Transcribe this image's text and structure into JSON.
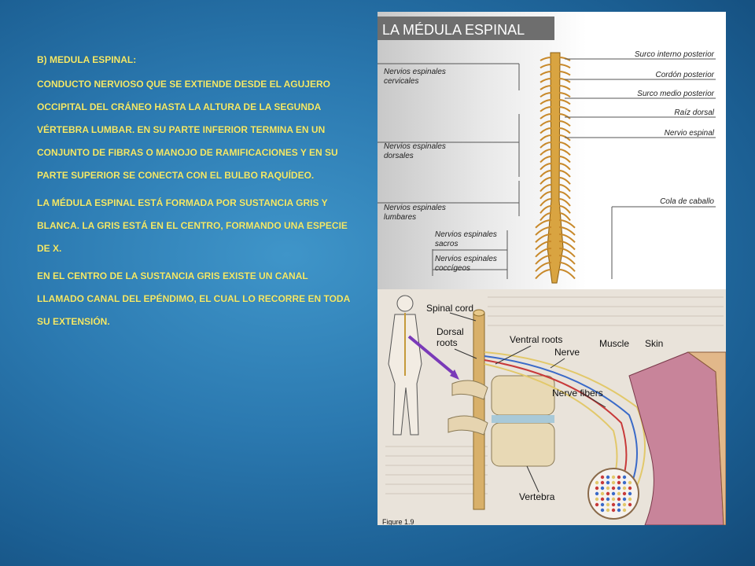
{
  "slide": {
    "heading": "B) MEDULA ESPINAL:",
    "paragraphs": [
      "CONDUCTO NERVIOSO QUE SE EXTIENDE DESDE EL AGUJERO OCCIPITAL DEL CRÁNEO HASTA LA ALTURA DE LA SEGUNDA VÉRTEBRA LUMBAR. EN SU PARTE INFERIOR TERMINA EN UN CONJUNTO DE FIBRAS O MANOJO DE RAMIFICACIONES Y EN SU PARTE SUPERIOR SE CONECTA CON EL BULBO RAQUÍDEO.",
      "LA MÉDULA ESPINAL ESTÁ FORMADA POR SUSTANCIA GRIS Y BLANCA. LA GRIS ESTÁ EN EL CENTRO, FORMANDO UNA ESPECIE DE X.",
      "EN EL CENTRO DE LA SUSTANCIA GRIS EXISTE UN CANAL LLAMADO CANAL DEL EPÉNDIMO, EL CUAL LO RECORRE EN TODA SU EXTENSIÓN."
    ],
    "text_color": "#f4ea6a"
  },
  "figure_top": {
    "title": "LA MÉDULA ESPINAL",
    "left_labels": [
      [
        "Nervios espinales",
        "cervicales"
      ],
      [
        "Nervios espinales",
        "dorsales"
      ],
      [
        "Nervios espinales",
        "lumbares"
      ],
      [
        "Nervios espinales",
        "sacros"
      ],
      [
        "Nervios espinales",
        "coccígeos"
      ]
    ],
    "right_labels": [
      "Surco interno posterior",
      "Cordón posterior",
      "Surco medio posterior",
      "Raíz dorsal",
      "Nervio espinal",
      "Cola de caballo"
    ]
  },
  "figure_bottom": {
    "labels": {
      "spinal_cord": "Spinal cord",
      "dorsal_roots": [
        "Dorsal",
        "roots"
      ],
      "ventral_roots": "Ventral roots",
      "nerve": "Nerve",
      "muscle": "Muscle",
      "skin": "Skin",
      "nerve_fibers": "Nerve fibers",
      "vertebra": "Vertebra",
      "caption": "Figure 1.9"
    }
  }
}
